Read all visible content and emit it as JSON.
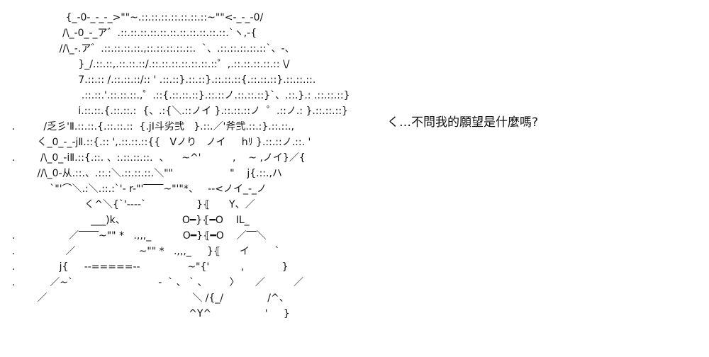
{
  "art": {
    "lines": [
      "                   {_-0-_-_-_>\"\"~.::.::.::.::.::.::.::~\"\"<-_-_-0/",
      "                  /\\_-0_-_ア゛.::.::.::.::.::.::.::.::.::.::.::.`ヽ,-{",
      "                 //\\_-.ア゛.::.::.::.::.,::.::.::.::.::.  `、.::.::.::.::.::`、-、",
      "                       }_/.::.::,.::.::.::/.::.::.::.::.::.::.::゜,.::.::.::.::.:: \\/",
      "                       7.::.:: /.::.::.::/:: ' .::.::}.::.::}.::.::.::{.::.::.::}.::.::.::.",
      "                        .::.::.'.::.::.::.,゜.::{.::.::.::}.::.::ノ.::.::.::}`、.::.}.: .::.::.::}",
      "                       i.::.::.{.::.::.:  {、.:{＼.::ノイ }.::.::.::ノ  ゜.::ノ.: }.::.::.::}",
      "  .         /乏彡'Ⅱ.::.::.{.::.::.::  {.jI斗劣弐   }.::.／'斧弐.::.:}.::.::.,",
      "          く_0_-_-jⅡ.::{.:: ',.::.::.::{{   Vノり   ノイ     hﾘ }.::.::ノ.::. '",
      "  .        /\\_0_-iⅡ.::{.::. 、:.::.::.::.  、    ~^'          ,    ~ ,ノイ}／{",
      "          //\\_0-从.::.、.::.:＼.::.::.::.＼\"\"                  \"    j{.::.,ハ",
      "              `\"'⌒＼.:＼.::.:`'- r-\"'‾‾‾‾~\"'\"*、   --<ノイ_-_ノ",
      "                         く^＼{`'----`                }⦃      Y、／",
      "                           ___)k、                  O━}⦃━O    ⅠL_",
      "  .                 ／‾‾‾‾~\"\" *   .,,,_          O━}⦃━O    ／‾‾＼",
      "  .                ／                    ~\"\" *   .,,,_     }⦃      イ        `",
      "  .              j{     --=====--               ~\"{'          ,            }",
      "  .           ／~`                           -  ` 、 ` 、       〉     ／         ／",
      "          ／                                              ＼ /{_/              /^、",
      "                                                          ^Y^                 '     }"
    ]
  },
  "speech": {
    "text": "く…不問我的願望是什麼嗎?"
  }
}
